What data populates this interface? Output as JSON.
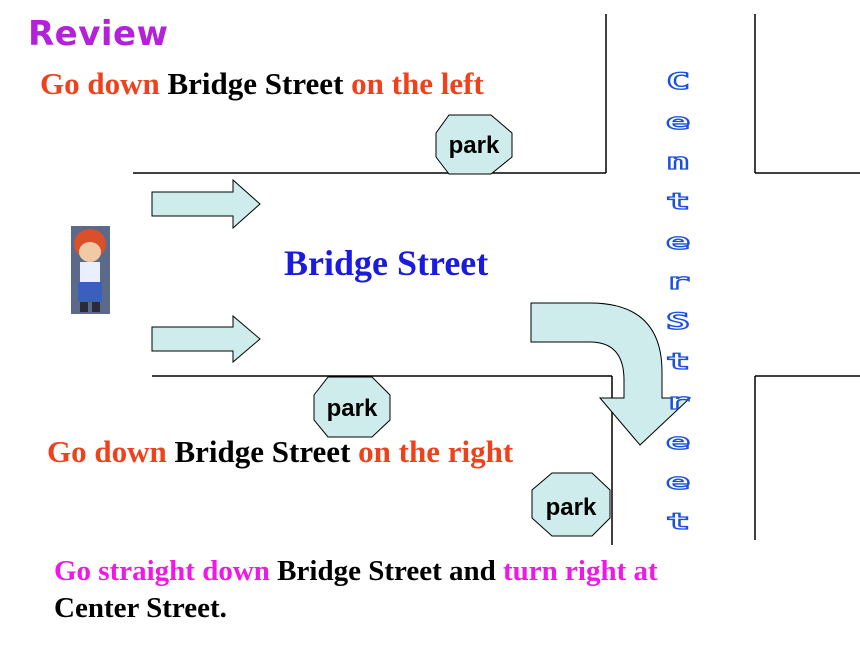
{
  "title": "Review",
  "top_line": {
    "part1": "Go down",
    "part2": "Bridge Street",
    "part3": "on the left"
  },
  "bridge_street_label": "Bridge Street",
  "center_street_letters": [
    "C",
    "e",
    "n",
    "t",
    "e",
    "r",
    "S",
    "t",
    "r",
    "e",
    "e",
    "t"
  ],
  "park_label": "park",
  "bottom_line": {
    "part1": "Go down",
    "part2": "Bridge Street",
    "part3": "on the right"
  },
  "instruction": {
    "part1": "Go straight down",
    "part2": "Bridge Street and",
    "part3": "turn right at",
    "part4": "Center Street."
  },
  "colors": {
    "review": "#b321d9",
    "red_text": "#f0411d",
    "pink_text": "#f018e6",
    "bridge_label": "#1a1ae0",
    "center_letters": "#1a4fe0",
    "arrow_fill": "#cdeceb",
    "park_fill": "#cdeceb"
  }
}
